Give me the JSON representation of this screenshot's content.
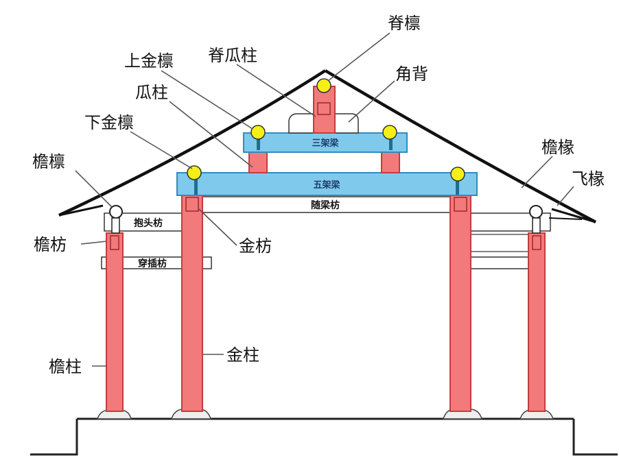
{
  "labels": {
    "ji_lin": "脊檩",
    "shang_jin_lin": "上金檩",
    "ji_gua_zhu": "脊瓜柱",
    "jiao_bei": "角背",
    "gua_zhu": "瓜柱",
    "xia_jin_lin": "下金檩",
    "yan_lin": "檐檩",
    "yan_chuan": "檐椽",
    "fei_chuan": "飞椽",
    "yan_fang": "檐枋",
    "jin_fang": "金枋",
    "yan_zhu": "檐柱",
    "jin_zhu": "金柱"
  },
  "beams": {
    "san_jia_liang": "三架梁",
    "wu_jia_liang": "五架梁",
    "sui_liang_fang": "随梁枋",
    "bao_tou_fang": "抱头枋",
    "chuan_cha_fang": "穿插枋"
  },
  "colors": {
    "column": "#f27a7a",
    "column_edge": "#c43c3c",
    "beam": "#7fcaec",
    "beam_edge": "#2f8bbf",
    "purlin_fill": "#f5ef18",
    "roof": "#111111"
  }
}
